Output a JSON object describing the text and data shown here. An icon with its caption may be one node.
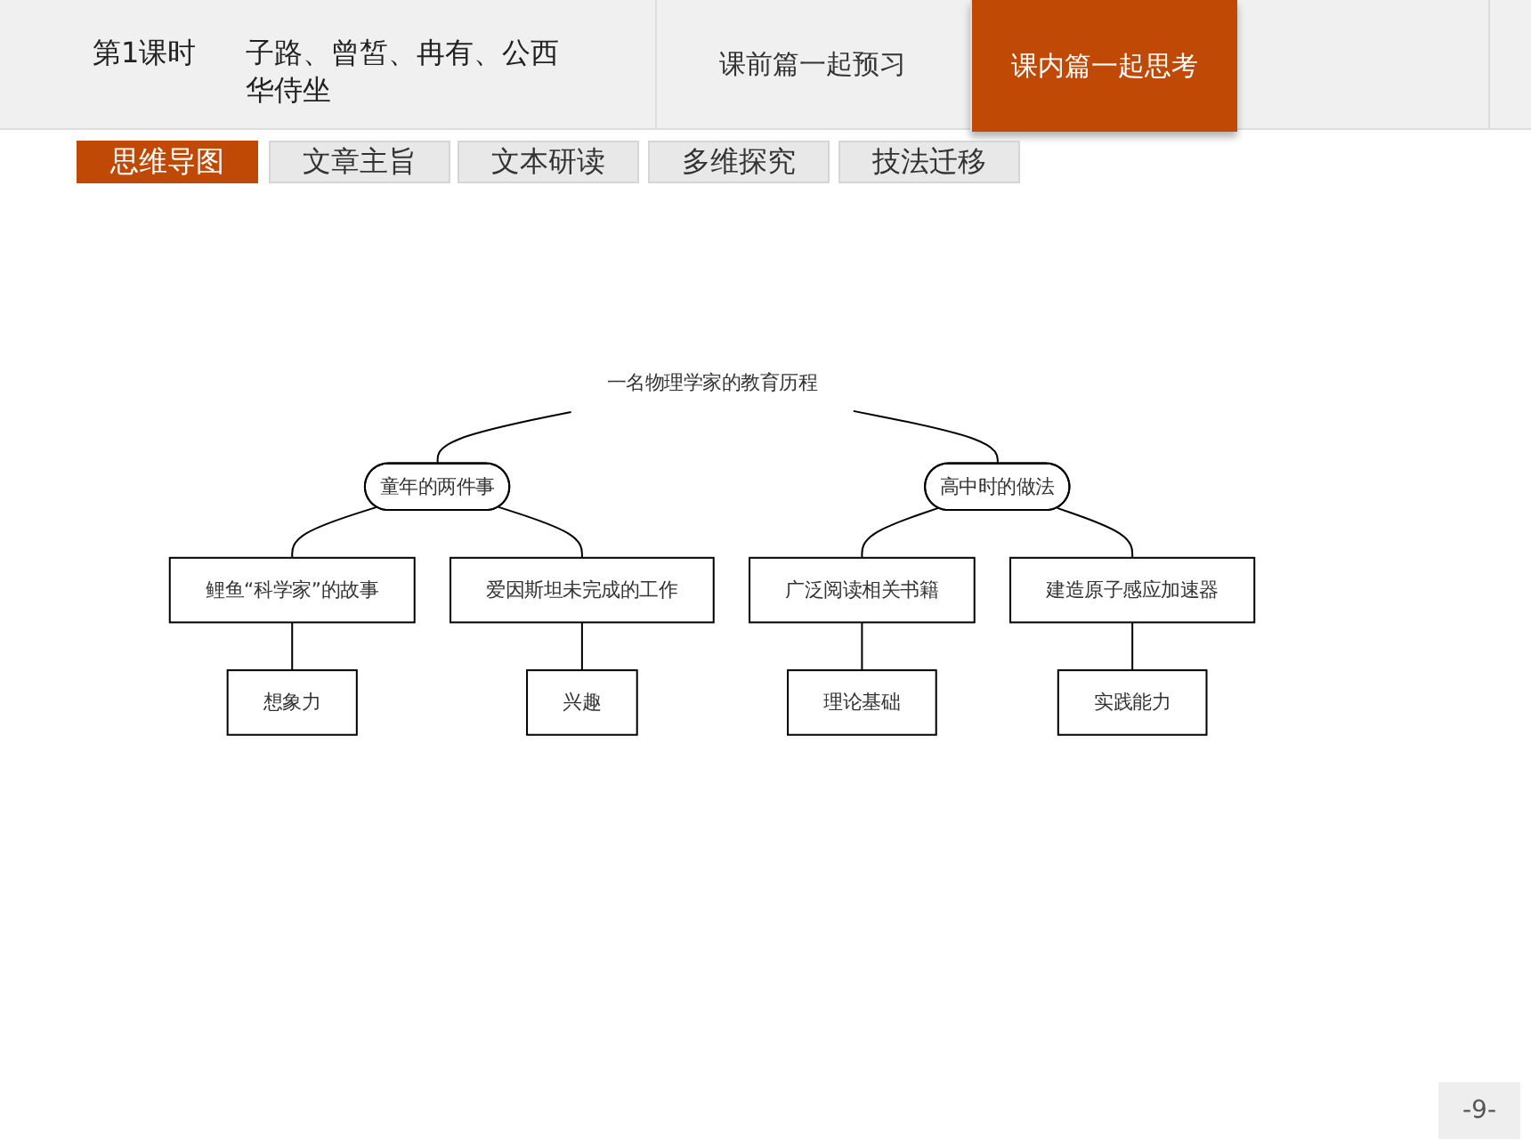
{
  "diagram": {
    "nodes": [
      {
        "text": [
          "一名物理学家的教育历程"
        ]
      },
      {
        "text": [
          "童年的两件事"
        ]
      },
      {
        "text": [
          "高中时的做法"
        ]
      },
      {
        "text": [
          "鲤鱼“科学家”的故事"
        ]
      },
      {
        "text": [
          "爱因斯坦未完成的工作"
        ]
      },
      {
        "text": [
          "广泛阅读相关书籍"
        ]
      },
      {
        "text": [
          "建造原子感应加速器"
        ]
      },
      {
        "text": [
          "想象力"
        ]
      },
      {
        "text": [
          "兴趣"
        ]
      },
      {
        "text": [
          "理论基础"
        ]
      },
      {
        "text": [
          "实践能力"
        ]
      }
    ],
    "edges": [
      {
        "from": 0,
        "to": 1,
        "arrow": "none"
      },
      {
        "from": 0,
        "to": 2,
        "arrow": "none"
      },
      {
        "from": 1,
        "to": 3,
        "arrow": "none"
      },
      {
        "from": 1,
        "to": 4,
        "arrow": "none"
      },
      {
        "from": 2,
        "to": 5,
        "arrow": "none"
      },
      {
        "from": 2,
        "to": 6,
        "arrow": "none"
      },
      {
        "from": 3,
        "to": 7,
        "arrow": "none"
      },
      {
        "from": 4,
        "to": 8,
        "arrow": "none"
      },
      {
        "from": 5,
        "to": 9,
        "arrow": "none"
      },
      {
        "from": 6,
        "to": 10,
        "arrow": "none"
      }
    ],
    "labels": [
      "第1课时",
      "子路、曾皙、冉有、公西华侍坐",
      "课前篇一起预习",
      "课内篇一起思考",
      "思维导图",
      "文章主旨",
      "文本研读",
      "多维探究",
      "技法迁移",
      "-9-"
    ]
  }
}
